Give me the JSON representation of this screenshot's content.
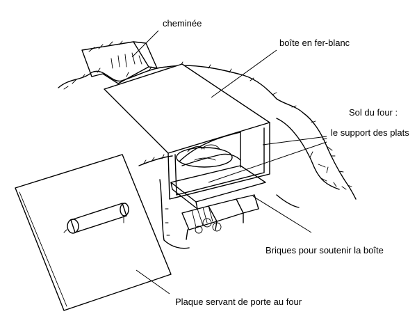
{
  "labels": {
    "chimney": "cheminée",
    "tin_box": "boîte en fer-blanc",
    "oven_floor_title": "Sol du four :",
    "oven_floor_sub": "le support des plats",
    "bricks": "Briques pour soutenir la boîte",
    "door_plate": "Plaque servant de porte au four"
  }
}
